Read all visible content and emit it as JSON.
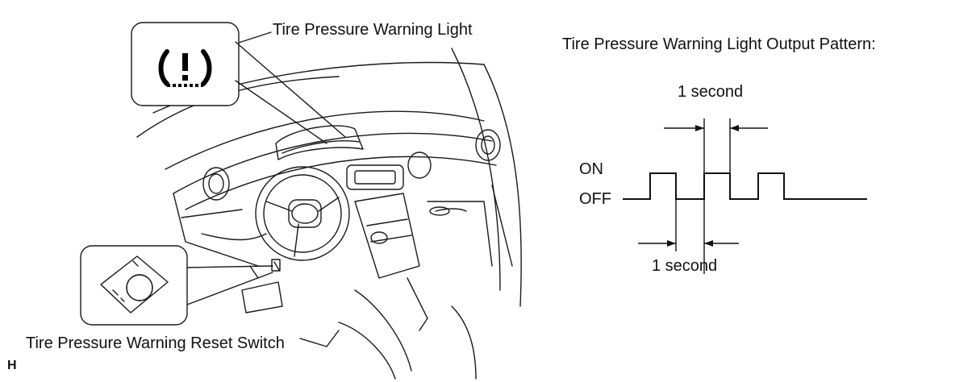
{
  "labels": {
    "warning_light": "Tire Pressure Warning Light",
    "reset_switch": "Tire Pressure Warning Reset Switch",
    "pattern_title": "Tire Pressure Warning Light Output Pattern:",
    "top_interval": "1 second",
    "bottom_interval": "1 second",
    "on": "ON",
    "off": "OFF",
    "corner_mark": "H"
  },
  "icons": {
    "warning_light_icon": "tire-pressure-warning-icon",
    "reset_switch_icon": "reset-switch-icon"
  },
  "waveform": {
    "levels": [
      "OFF",
      "ON"
    ],
    "pulse_count": 3,
    "period_seconds": 2,
    "on_seconds": 1,
    "off_seconds": 1
  },
  "colors": {
    "line": "#1a1a1a",
    "background": "#ffffff"
  }
}
